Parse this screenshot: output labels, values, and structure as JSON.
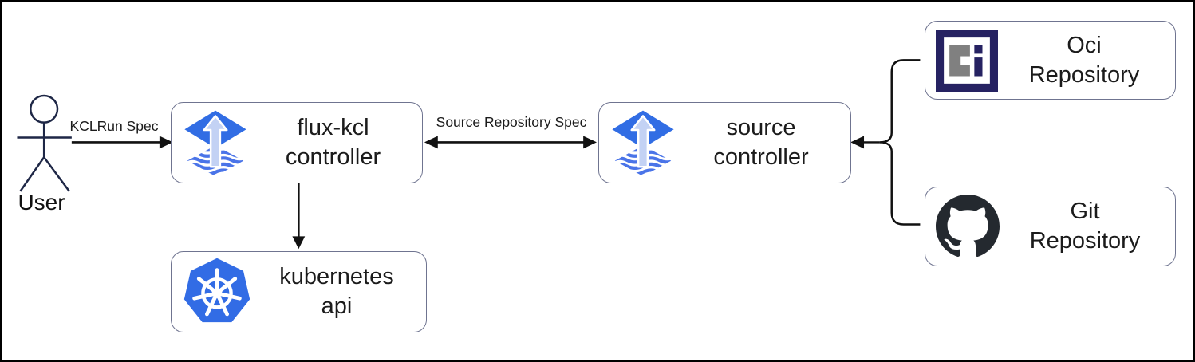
{
  "diagram": {
    "type": "architecture-flow",
    "description": "flux-kcl controller GitOps flow diagram"
  },
  "actor": {
    "label": "User"
  },
  "nodes": {
    "flux_kcl": {
      "line1": "flux-kcl",
      "line2": "controller",
      "icon": "flux-icon"
    },
    "source": {
      "line1": "source",
      "line2": "controller",
      "icon": "flux-icon"
    },
    "kubernetes": {
      "line1": "kubernetes",
      "line2": "api",
      "icon": "kubernetes-icon"
    },
    "oci": {
      "line1": "Oci",
      "line2": "Repository",
      "icon": "oci-icon"
    },
    "git": {
      "line1": "Git",
      "line2": "Repository",
      "icon": "github-icon"
    }
  },
  "edges": [
    {
      "from": "user",
      "to": "flux-kcl controller",
      "label": "KCLRun Spec",
      "direction": "right"
    },
    {
      "from": "flux-kcl controller",
      "to": "source controller",
      "label": "Source Repository Spec",
      "direction": "both"
    },
    {
      "from": "flux-kcl controller",
      "to": "kubernetes api",
      "direction": "down"
    },
    {
      "from": "Oci Repository",
      "to": "source controller",
      "direction": "left"
    },
    {
      "from": "Git Repository",
      "to": "source controller",
      "direction": "left"
    }
  ],
  "colors": {
    "flux_blue": "#316de4",
    "flux_arrow_light": "#c3d2f4",
    "flux_wave": "#4a74e8",
    "kubernetes_blue": "#326ce5",
    "github_dark": "#24292f",
    "oci_navy": "#262262",
    "oci_gray": "#808080",
    "node_border": "#6f7490",
    "line": "#111111",
    "actor_stroke": "#1e2746"
  }
}
